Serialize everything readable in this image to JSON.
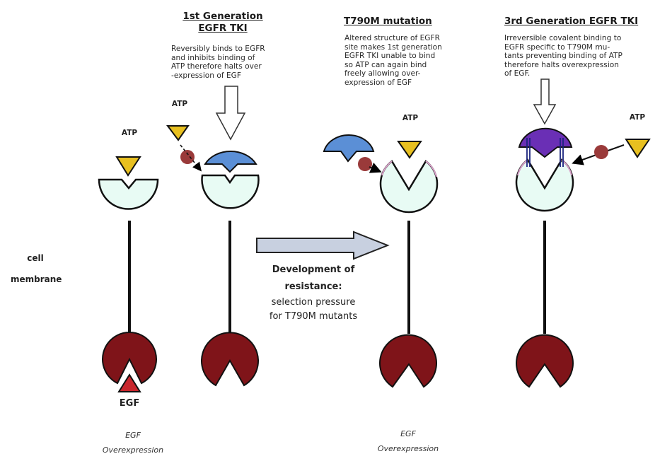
{
  "title_1st": [
    "1st Generation",
    "EGFR TKI"
  ],
  "desc_1st": [
    "Reversibly binds to EGFR",
    "and inhibits binding of",
    "ATP therefore halts over",
    "-expression of EGF"
  ],
  "title_t790m": "T790M mutation",
  "desc_t790m": [
    "Altered structure of EGFR",
    "site makes 1st generation",
    "EGFR TKI unable to bind",
    "so ATP can again bind",
    "freely allowing over-",
    "expression of EGF"
  ],
  "title_3rd": "3rd Generation EGFR TKI",
  "desc_3rd": [
    "Irreversible covalent binding to",
    "EGFR specific to T790M mu-",
    "tants preventing binding of ATP",
    "therefore halts overexpression",
    "of EGF."
  ],
  "atp_label": "ATP",
  "egf_label": "EGF",
  "cell_membrane": [
    "cell",
    "membrane"
  ],
  "resistance": {
    "bold": [
      "Development of",
      "resistance:"
    ],
    "normal": [
      "selection pressure",
      "for T790M mutants"
    ]
  },
  "overexpression": [
    "EGF",
    "Overexpression"
  ],
  "colors": {
    "receptor_fill": "#e8fbf4",
    "atp_yellow": "#e8c020",
    "tki1_blue": "#5b8fd6",
    "tki3_purple": "#6a2fb5",
    "intracellular_red": "#7f1419",
    "egf_red": "#c8262d",
    "molecule_red": "#9a3a3a",
    "arrow_gray": "#c8d0e0"
  }
}
